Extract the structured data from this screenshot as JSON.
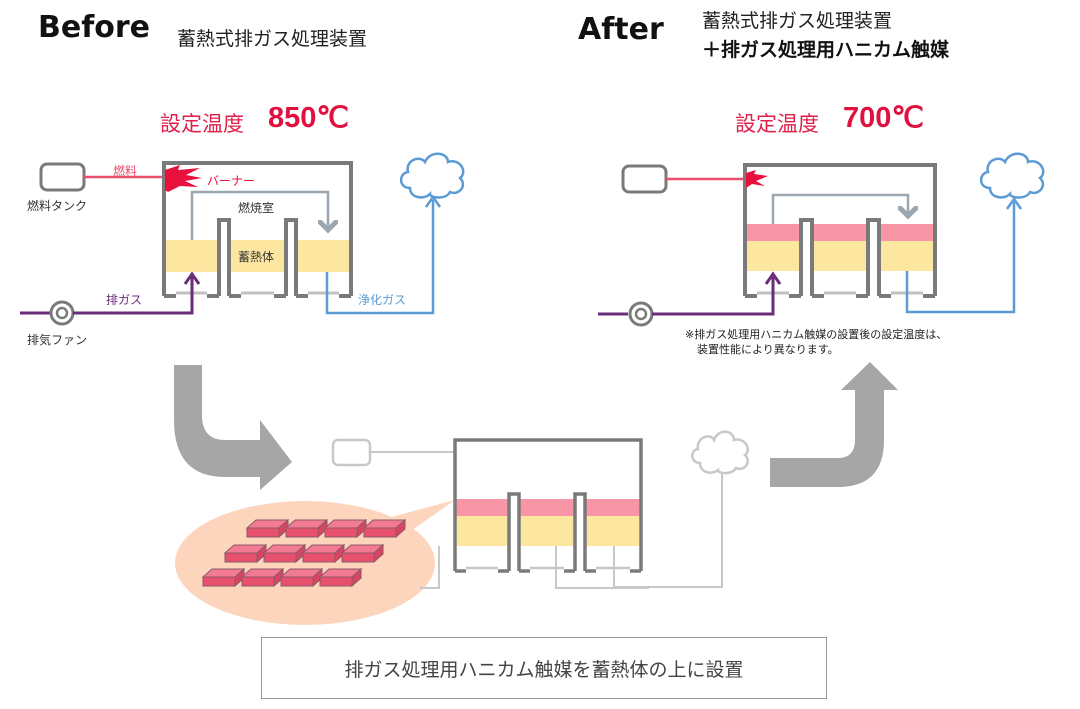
{
  "before": {
    "title": "Before",
    "subtitle": "蓄熱式排ガス処理装置",
    "temp_label": "設定温度",
    "temp_value": "850℃",
    "labels": {
      "fuel": "燃料",
      "fuel_tank": "燃料タンク",
      "burner": "バーナー",
      "combustion_chamber": "燃焼室",
      "heat_storage": "蓄熱体",
      "exhaust_gas": "排ガス",
      "exhaust_fan": "排気ファン",
      "clean_gas": "浄化ガス"
    }
  },
  "after": {
    "title": "After",
    "subtitle_line1": "蓄熱式排ガス処理装置",
    "subtitle_line2": "＋排ガス処理用ハニカム触媒",
    "temp_label": "設定温度",
    "temp_value": "700℃",
    "note_line1": "※排ガス処理用ハニカム触媒の設置後の設定温度は、",
    "note_line2": "装置性能により異なります。"
  },
  "bottom_caption": "排ガス処理用ハニカム触媒を蓄熱体の上に設置",
  "colors": {
    "fuel_line": "#e8506e",
    "flame": "#e8103c",
    "exhaust_line": "#6a2d7a",
    "clean_line": "#5b9bd5",
    "flow_arrow": "#9aa6b0",
    "heat_storage": "#fde6a0",
    "catalyst": "#f896a8",
    "equipment": "#7a7a7a",
    "big_arrow": "#a6a6a6",
    "bubble": "#fdd5bd"
  }
}
